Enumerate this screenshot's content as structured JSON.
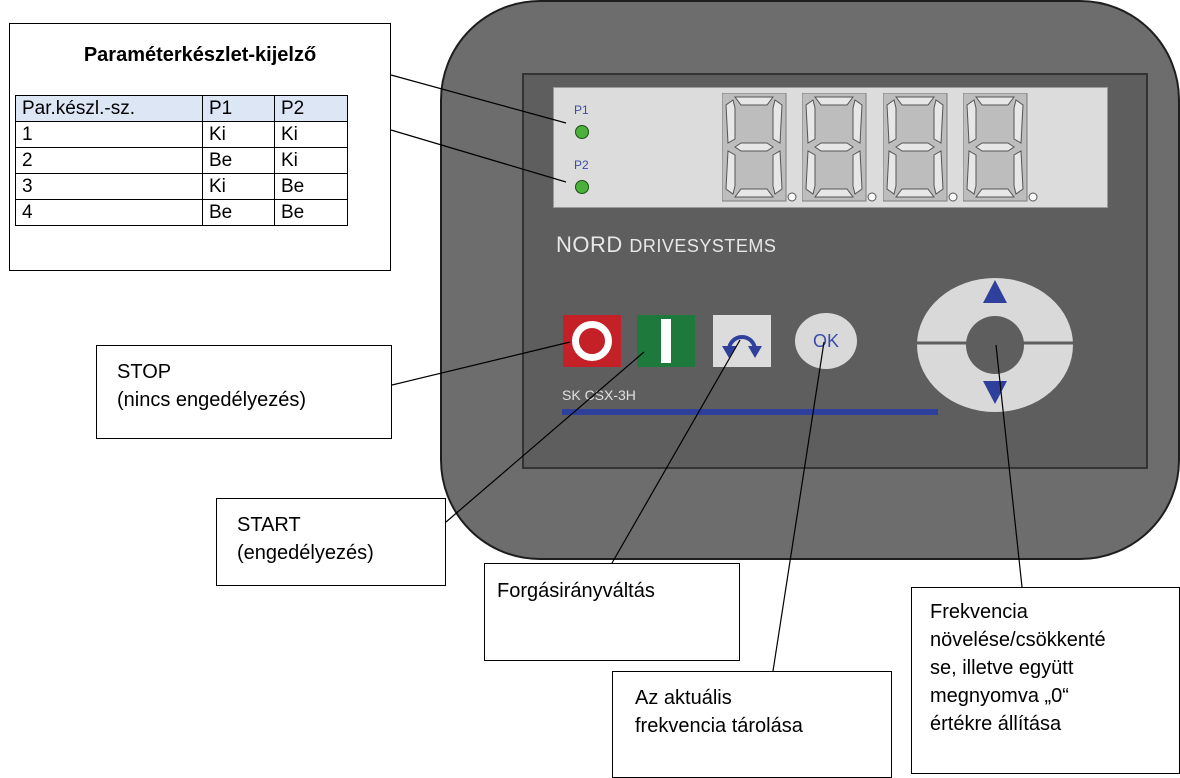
{
  "device": {
    "led_labels": [
      "P1",
      "P2"
    ],
    "brand_main": "NORD",
    "brand_sub": "DRIVESYSTEMS",
    "model": "SK CSX-3H",
    "ok_label": "OK",
    "icons": [
      "stop-icon",
      "start-icon",
      "reverse-direction-icon",
      "arrow-up-icon",
      "arrow-down-icon"
    ],
    "colors": {
      "stop": "#c42027",
      "start": "#1e7a3c",
      "led": "#4cb03c",
      "accent": "#2f3f9c"
    }
  },
  "parameter_table": {
    "title": "Paraméterkészlet-kijelző",
    "headers": [
      "Par.készl.-sz.",
      "P1",
      "P2"
    ],
    "rows": [
      [
        "1",
        "Ki",
        "Ki"
      ],
      [
        "2",
        "Be",
        "Ki"
      ],
      [
        "3",
        "Ki",
        "Be"
      ],
      [
        "4",
        "Be",
        "Be"
      ]
    ]
  },
  "callouts": {
    "stop": [
      "STOP",
      "(nincs engedélyezés)"
    ],
    "start": [
      "START",
      "(engedélyezés)"
    ],
    "reverse": [
      "Forgásirányváltás"
    ],
    "store": [
      "Az aktuális",
      "frekvencia tárolása"
    ],
    "frequency": [
      "Frekvencia",
      "növelése/csökkenté",
      "se, illetve együtt",
      "megnyomva „0“",
      "értékre állítása"
    ]
  }
}
